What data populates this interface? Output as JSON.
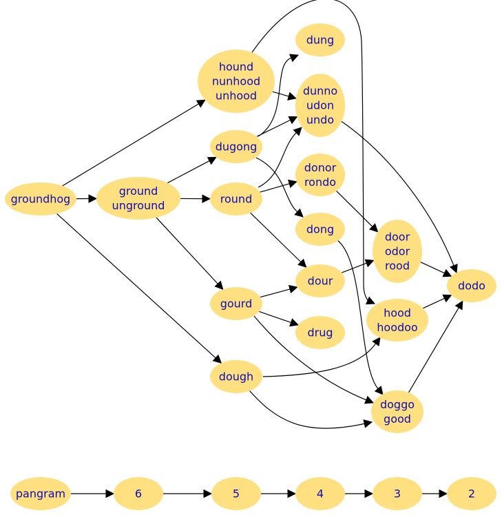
{
  "nodes": [
    {
      "id": "groundhog",
      "lines": [
        "groundhog"
      ]
    },
    {
      "id": "ground",
      "lines": [
        "ground",
        "unground"
      ]
    },
    {
      "id": "hound",
      "lines": [
        "hound",
        "nunhood",
        "unhood"
      ]
    },
    {
      "id": "dugong",
      "lines": [
        "dugong"
      ]
    },
    {
      "id": "round",
      "lines": [
        "round"
      ]
    },
    {
      "id": "gourd",
      "lines": [
        "gourd"
      ]
    },
    {
      "id": "dough",
      "lines": [
        "dough"
      ]
    },
    {
      "id": "dung",
      "lines": [
        "dung"
      ]
    },
    {
      "id": "dunno",
      "lines": [
        "dunno",
        "udon",
        "undo"
      ]
    },
    {
      "id": "donor",
      "lines": [
        "donor",
        "rondo"
      ]
    },
    {
      "id": "dong",
      "lines": [
        "dong"
      ]
    },
    {
      "id": "dour",
      "lines": [
        "dour"
      ]
    },
    {
      "id": "drug",
      "lines": [
        "drug"
      ]
    },
    {
      "id": "door",
      "lines": [
        "door",
        "odor",
        "rood"
      ]
    },
    {
      "id": "hood",
      "lines": [
        "hood",
        "hoodoo"
      ]
    },
    {
      "id": "doggo",
      "lines": [
        "doggo",
        "good"
      ]
    },
    {
      "id": "dodo",
      "lines": [
        "dodo"
      ]
    },
    {
      "id": "pangram",
      "lines": [
        "pangram"
      ]
    },
    {
      "id": "n6",
      "lines": [
        "6"
      ]
    },
    {
      "id": "n5",
      "lines": [
        "5"
      ]
    },
    {
      "id": "n4",
      "lines": [
        "4"
      ]
    },
    {
      "id": "n3",
      "lines": [
        "3"
      ]
    },
    {
      "id": "n2",
      "lines": [
        "2"
      ]
    }
  ],
  "edges": [
    {
      "from": "groundhog",
      "to": "ground"
    },
    {
      "from": "groundhog",
      "to": "hound"
    },
    {
      "from": "groundhog",
      "to": "dough"
    },
    {
      "from": "ground",
      "to": "dugong"
    },
    {
      "from": "ground",
      "to": "round"
    },
    {
      "from": "ground",
      "to": "gourd"
    },
    {
      "from": "hound",
      "to": "dunno"
    },
    {
      "from": "hound",
      "to": "hood"
    },
    {
      "from": "dugong",
      "to": "dung"
    },
    {
      "from": "dugong",
      "to": "dunno"
    },
    {
      "from": "dugong",
      "to": "dong"
    },
    {
      "from": "round",
      "to": "dunno"
    },
    {
      "from": "round",
      "to": "donor"
    },
    {
      "from": "round",
      "to": "dour"
    },
    {
      "from": "gourd",
      "to": "dour"
    },
    {
      "from": "gourd",
      "to": "drug"
    },
    {
      "from": "gourd",
      "to": "doggo"
    },
    {
      "from": "dough",
      "to": "hood"
    },
    {
      "from": "dough",
      "to": "doggo"
    },
    {
      "from": "dunno",
      "to": "dodo"
    },
    {
      "from": "donor",
      "to": "door"
    },
    {
      "from": "dong",
      "to": "doggo"
    },
    {
      "from": "dour",
      "to": "door"
    },
    {
      "from": "door",
      "to": "dodo"
    },
    {
      "from": "hood",
      "to": "dodo"
    },
    {
      "from": "doggo",
      "to": "dodo"
    },
    {
      "from": "pangram",
      "to": "n6"
    },
    {
      "from": "n6",
      "to": "n5"
    },
    {
      "from": "n5",
      "to": "n4"
    },
    {
      "from": "n4",
      "to": "n3"
    },
    {
      "from": "n3",
      "to": "n2"
    }
  ]
}
